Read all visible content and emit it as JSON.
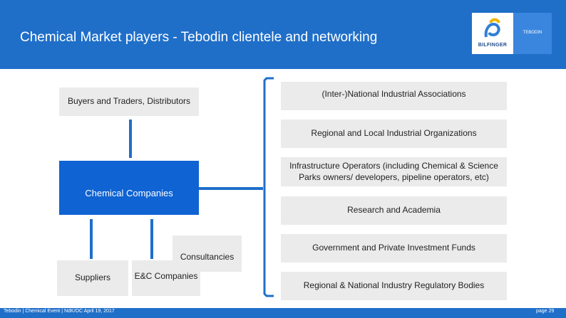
{
  "header": {
    "title": "Chemical Market players - Tebodin clientele and networking",
    "logo_text": "BILFINGER",
    "brand_text": "TEBODIN"
  },
  "left": {
    "buyers": "Buyers and Traders, Distributors",
    "chemical_companies": "Chemical Companies",
    "consultancies": "Consultancies",
    "suppliers": "Suppliers",
    "ec_companies": "E&C Companies"
  },
  "right": {
    "items": [
      "(Inter-)National Industrial Associations",
      "Regional and Local Industrial Organizations",
      "Infrastructure Operators (including Chemical & Science Parks owners/ developers, pipeline operators, etc)",
      "Research and Academia",
      "Government and Private Investment Funds",
      "Regional & National Industry Regulatory Bodies"
    ]
  },
  "footer": {
    "text": "Tebodin | Chemical Event | NdK/OC April 19, 2017",
    "page": "page 29"
  },
  "colors": {
    "brand_blue": "#1f6fc9",
    "box_blue": "#0f63d3",
    "box_gray": "#ebebeb"
  }
}
